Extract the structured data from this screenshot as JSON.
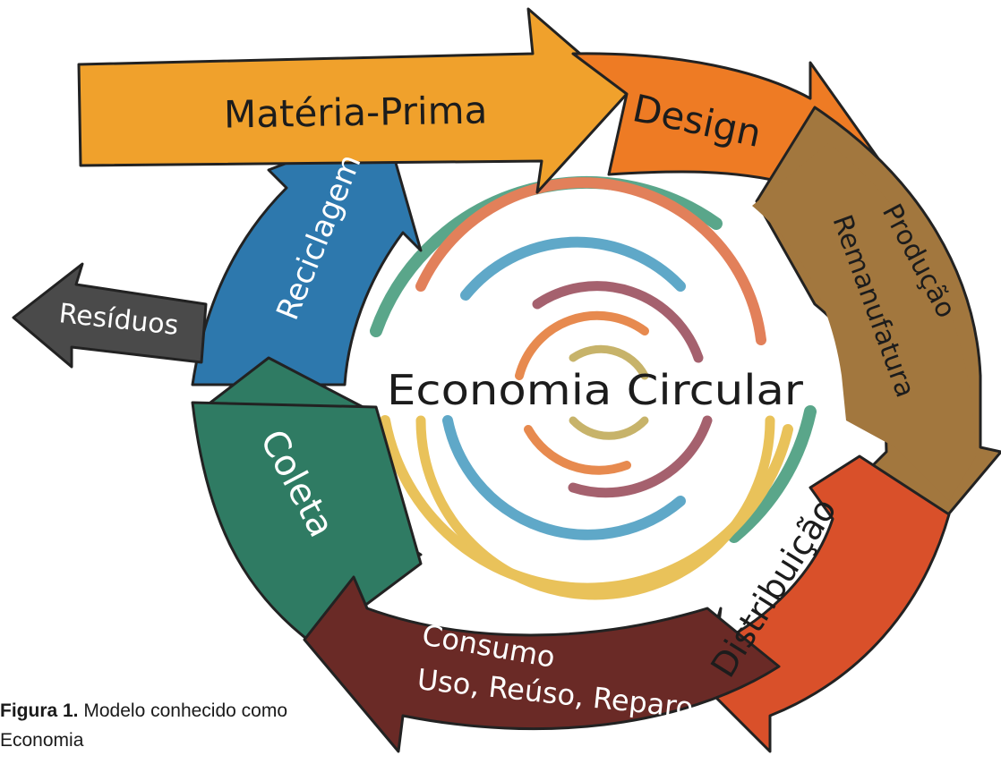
{
  "diagram": {
    "center_title": "Economia Circular",
    "stages": {
      "materia_prima": "Matéria-Prima",
      "design": "Design",
      "producao": "Produção",
      "remanufatura": "Remanufatura",
      "distribuicao": "Distribuição",
      "consumo": "Consumo",
      "uso_reuso_reparo": "Uso, Reúso, Reparo",
      "coleta": "Coleta",
      "reciclagem": "Reciclagem",
      "residuos": "Resíduos"
    },
    "colors": {
      "materia_prima": "#f0a12c",
      "design": "#ee7b24",
      "producao": "#a2773e",
      "distribuicao": "#d9502a",
      "consumo": "#6a2a26",
      "coleta": "#2f7b63",
      "reciclagem": "#2d78ad",
      "residuos": "#4a4a4a"
    }
  },
  "caption": {
    "label": "Figura 1.",
    "text": "Modelo conhecido como Economia"
  }
}
